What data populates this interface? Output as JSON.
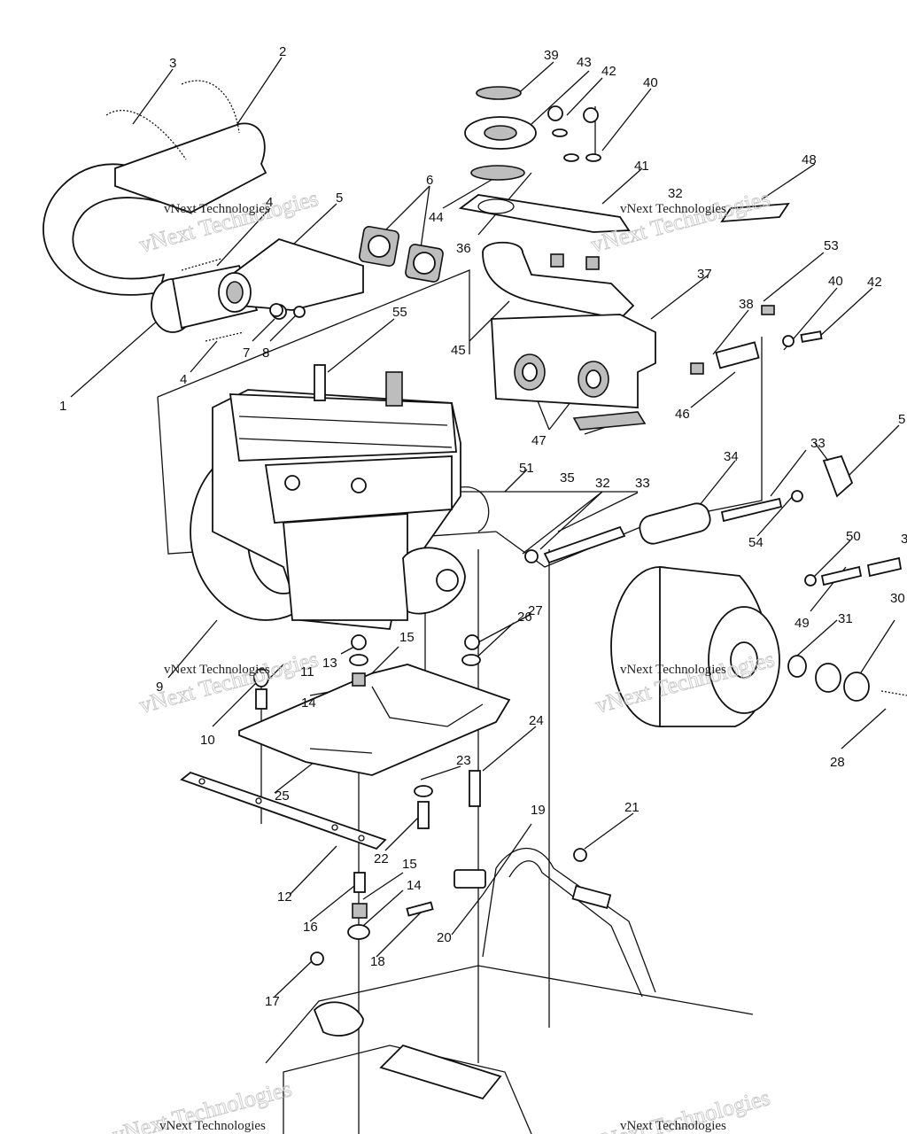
{
  "watermarks": [
    {
      "line1": "vNext Technologies",
      "line2": "vNext Technologies"
    },
    {
      "line1": "vNext Technologies",
      "line2": "vNext Technologies"
    },
    {
      "line1": "vNext Technologies",
      "line2": "vNext Technologies"
    },
    {
      "line1": "vNext Technologies",
      "line2": "vNext Technologies"
    },
    {
      "line1": "vNext Technologies",
      "line2": "vNext Technologies"
    },
    {
      "line1": "vNext Technologies",
      "line2": "vNext Technologies"
    }
  ],
  "callouts": [
    {
      "id": "c1",
      "label": "1"
    },
    {
      "id": "c2",
      "label": "2"
    },
    {
      "id": "c3",
      "label": "3"
    },
    {
      "id": "c4a",
      "label": "4"
    },
    {
      "id": "c4b",
      "label": "4"
    },
    {
      "id": "c5",
      "label": "5"
    },
    {
      "id": "c6",
      "label": "6"
    },
    {
      "id": "c7",
      "label": "7"
    },
    {
      "id": "c8",
      "label": "8"
    },
    {
      "id": "c9",
      "label": "9"
    },
    {
      "id": "c10",
      "label": "10"
    },
    {
      "id": "c11",
      "label": "11"
    },
    {
      "id": "c12",
      "label": "12"
    },
    {
      "id": "c13",
      "label": "13"
    },
    {
      "id": "c14a",
      "label": "14"
    },
    {
      "id": "c14b",
      "label": "14"
    },
    {
      "id": "c15a",
      "label": "15"
    },
    {
      "id": "c15b",
      "label": "15"
    },
    {
      "id": "c16",
      "label": "16"
    },
    {
      "id": "c17",
      "label": "17"
    },
    {
      "id": "c18",
      "label": "18"
    },
    {
      "id": "c19",
      "label": "19"
    },
    {
      "id": "c20",
      "label": "20"
    },
    {
      "id": "c21",
      "label": "21"
    },
    {
      "id": "c22",
      "label": "22"
    },
    {
      "id": "c23",
      "label": "23"
    },
    {
      "id": "c24",
      "label": "24"
    },
    {
      "id": "c25",
      "label": "25"
    },
    {
      "id": "c26",
      "label": "26"
    },
    {
      "id": "c27",
      "label": "27"
    },
    {
      "id": "c28",
      "label": "28"
    },
    {
      "id": "c30",
      "label": "30"
    },
    {
      "id": "c31",
      "label": "31"
    },
    {
      "id": "c32a",
      "label": "32"
    },
    {
      "id": "c32b",
      "label": "32"
    },
    {
      "id": "c33a",
      "label": "33"
    },
    {
      "id": "c33b",
      "label": "33"
    },
    {
      "id": "c34",
      "label": "34"
    },
    {
      "id": "c35",
      "label": "35"
    },
    {
      "id": "c36",
      "label": "36"
    },
    {
      "id": "c37",
      "label": "37"
    },
    {
      "id": "c38",
      "label": "38"
    },
    {
      "id": "c39",
      "label": "39"
    },
    {
      "id": "c40a",
      "label": "40"
    },
    {
      "id": "c40b",
      "label": "40"
    },
    {
      "id": "c41",
      "label": "41"
    },
    {
      "id": "c42a",
      "label": "42"
    },
    {
      "id": "c42b",
      "label": "42"
    },
    {
      "id": "c43",
      "label": "43"
    },
    {
      "id": "c44",
      "label": "44"
    },
    {
      "id": "c45",
      "label": "45"
    },
    {
      "id": "c46",
      "label": "46"
    },
    {
      "id": "c47",
      "label": "47"
    },
    {
      "id": "c48",
      "label": "48"
    },
    {
      "id": "c49",
      "label": "49"
    },
    {
      "id": "c50",
      "label": "50"
    },
    {
      "id": "c51",
      "label": "51"
    },
    {
      "id": "c53",
      "label": "53"
    },
    {
      "id": "c54",
      "label": "54"
    },
    {
      "id": "c55",
      "label": "55"
    },
    {
      "id": "c5r",
      "label": "5"
    },
    {
      "id": "c3r",
      "label": "3"
    }
  ]
}
